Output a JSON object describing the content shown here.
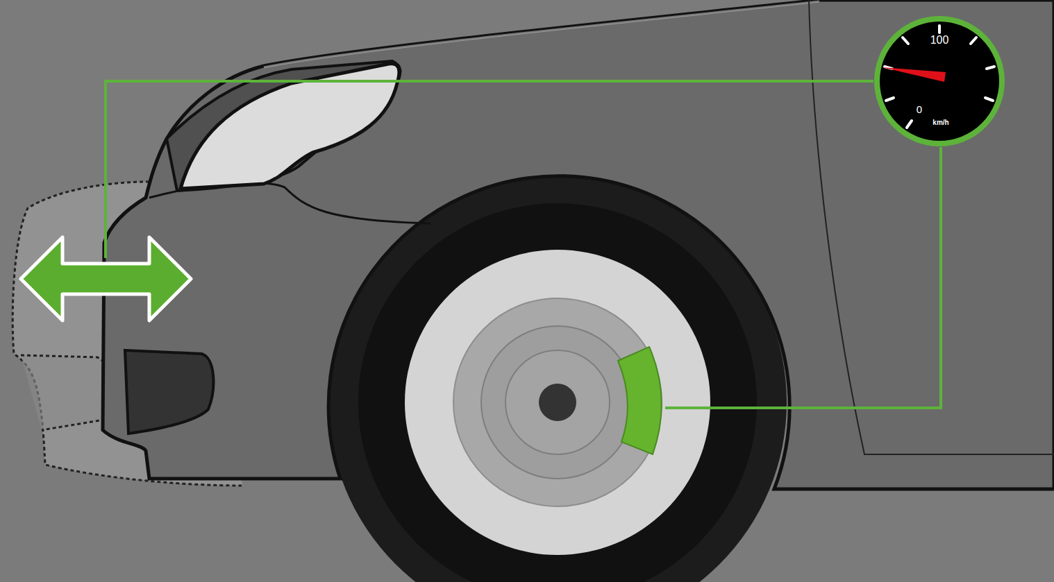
{
  "diagram": {
    "nodes": [
      {
        "text": [
          "100",
          "0",
          "km/h"
        ]
      }
    ]
  }
}
